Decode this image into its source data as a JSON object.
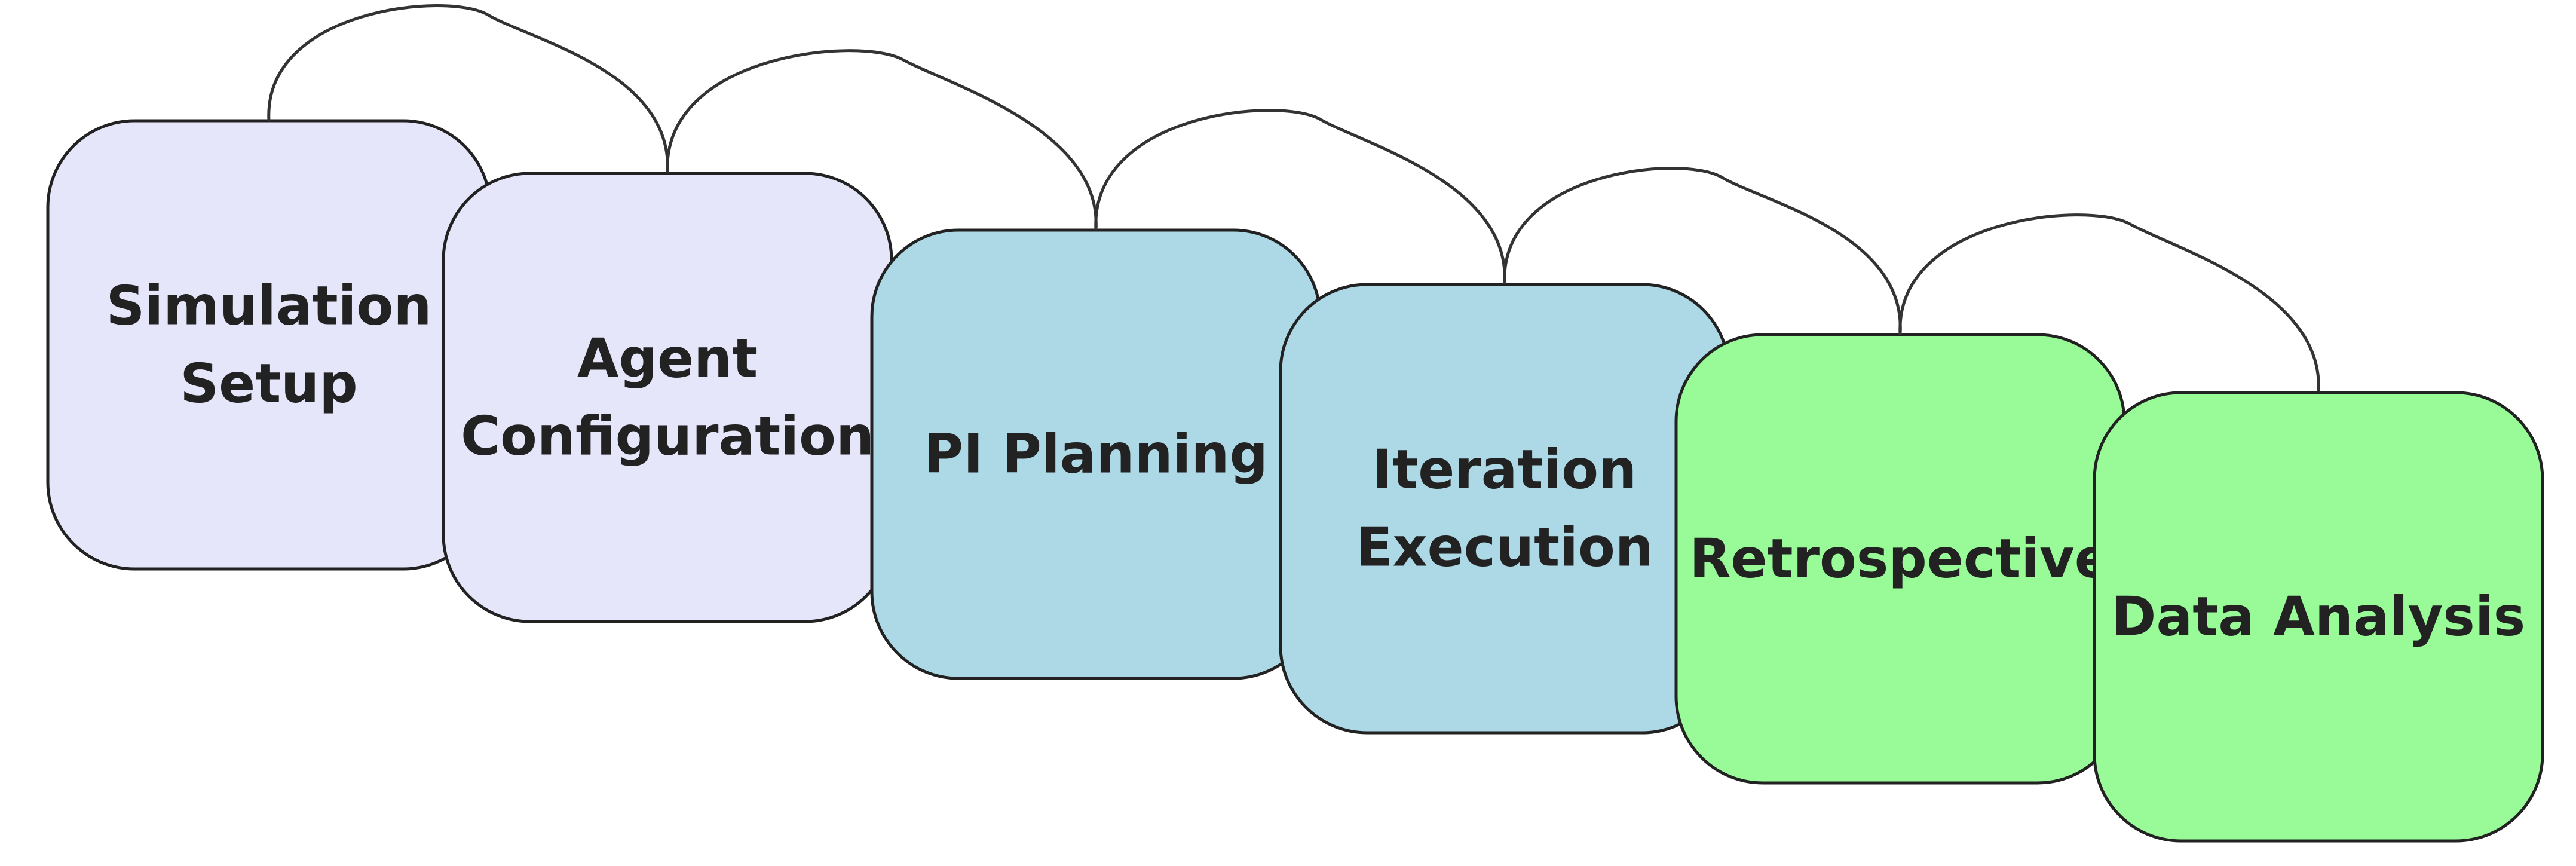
{
  "diagram": {
    "colors": {
      "setup_fill": "#e6e6fa",
      "planning_fill": "#add8e6",
      "review_fill": "#98fb98",
      "stroke": "#222222",
      "arrow": "#333333"
    },
    "steps": [
      {
        "id": "simulation-setup",
        "lines": [
          "Simulation",
          "Setup"
        ],
        "color": "setup_fill"
      },
      {
        "id": "agent-configuration",
        "lines": [
          "Agent",
          "Configuration"
        ],
        "color": "setup_fill"
      },
      {
        "id": "pi-planning",
        "lines": [
          "PI Planning"
        ],
        "color": "planning_fill"
      },
      {
        "id": "iteration-execution",
        "lines": [
          "Iteration",
          "Execution"
        ],
        "color": "planning_fill"
      },
      {
        "id": "retrospective",
        "lines": [
          "Retrospective"
        ],
        "color": "review_fill"
      },
      {
        "id": "data-analysis",
        "lines": [
          "Data Analysis"
        ],
        "color": "review_fill"
      }
    ],
    "edges": [
      {
        "from": "simulation-setup",
        "to": "agent-configuration"
      },
      {
        "from": "agent-configuration",
        "to": "pi-planning"
      },
      {
        "from": "pi-planning",
        "to": "iteration-execution"
      },
      {
        "from": "iteration-execution",
        "to": "retrospective"
      },
      {
        "from": "retrospective",
        "to": "data-analysis"
      }
    ]
  }
}
